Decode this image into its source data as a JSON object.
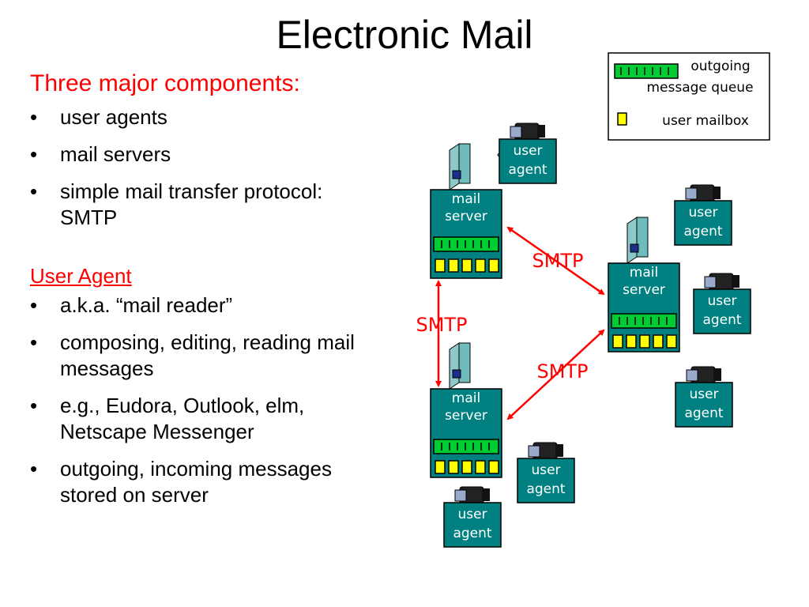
{
  "title": "Electronic Mail",
  "left": {
    "heading": "Three major components:",
    "components": [
      "user agents",
      "mail servers",
      "simple mail transfer protocol: SMTP"
    ],
    "subheading": "User Agent",
    "ua_points": [
      "a.k.a. “mail reader”",
      "composing, editing, reading mail messages",
      "e.g., Eudora, Outlook, elm, Netscape Messenger",
      "outgoing, incoming messages stored on server"
    ]
  },
  "legend": {
    "queue_label": [
      "outgoing",
      "message queue"
    ],
    "mailbox_label": "user mailbox"
  },
  "diagram": {
    "server_label": [
      "mail",
      "server"
    ],
    "agent_label": [
      "user",
      "agent"
    ],
    "smtp_label": "SMTP"
  },
  "colors": {
    "teal": "#008080",
    "green": "#00cc33",
    "yellow": "#ffff00",
    "red": "#ff0000"
  }
}
